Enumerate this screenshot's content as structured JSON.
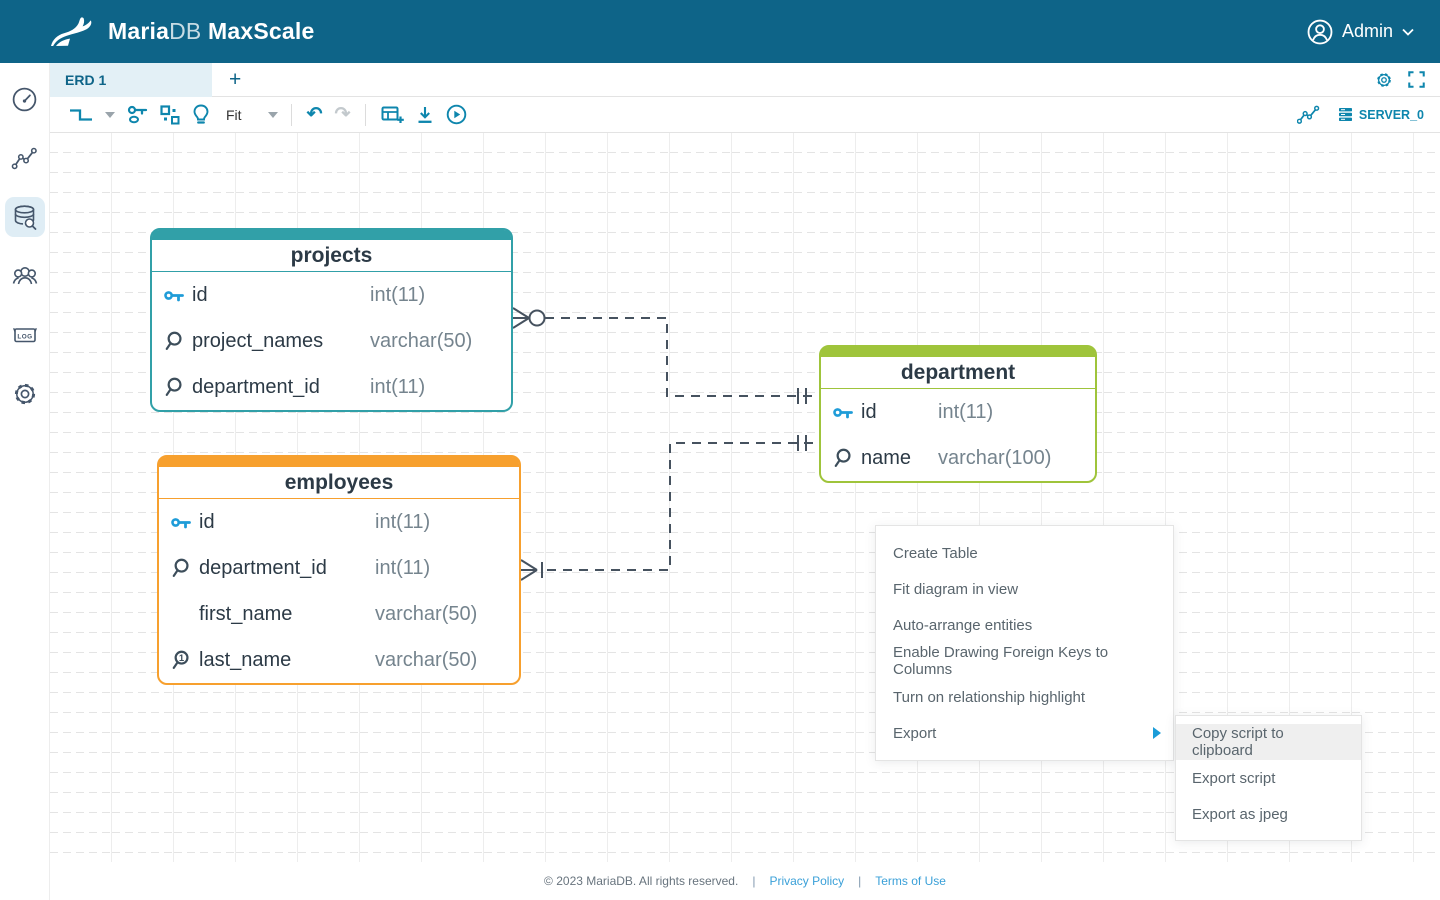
{
  "header": {
    "brand_maria": "Maria",
    "brand_db": "DB",
    "brand_product": "MaxScale",
    "user_label": "Admin"
  },
  "tabbar": {
    "tabs": [
      {
        "label": "ERD 1"
      }
    ],
    "add_label": "+"
  },
  "toolbar": {
    "fit_label": "Fit",
    "server_label": "SERVER_0"
  },
  "sidebar": {
    "items": [
      "dashboard",
      "visualization",
      "query-editor",
      "users",
      "logs",
      "settings"
    ],
    "active_item": "query-editor",
    "log_icon_text": "LOG"
  },
  "diagram": {
    "tables": [
      {
        "name": "projects",
        "accent": "#31a0a8",
        "columns": [
          {
            "icon": "primary-key-icon",
            "name": "id",
            "type": "int(11)"
          },
          {
            "icon": "index-icon",
            "name": "project_names",
            "type": "varchar(50)"
          },
          {
            "icon": "index-icon",
            "name": "department_id",
            "type": "int(11)"
          }
        ]
      },
      {
        "name": "department",
        "accent": "#9fc43b",
        "columns": [
          {
            "icon": "primary-key-icon",
            "name": "id",
            "type": "int(11)"
          },
          {
            "icon": "index-icon",
            "name": "name",
            "type": "varchar(100)"
          }
        ]
      },
      {
        "name": "employees",
        "accent": "#f7a02e",
        "columns": [
          {
            "icon": "primary-key-icon",
            "name": "id",
            "type": "int(11)"
          },
          {
            "icon": "index-icon",
            "name": "department_id",
            "type": "int(11)"
          },
          {
            "icon": "none",
            "name": "first_name",
            "type": "varchar(50)"
          },
          {
            "icon": "unique-index-icon",
            "name": "last_name",
            "type": "varchar(50)"
          }
        ]
      }
    ],
    "relationships": [
      {
        "from": "projects",
        "to": "department",
        "from_cardinality": "zero-or-many",
        "to_cardinality": "one-and-only-one"
      },
      {
        "from": "employees",
        "to": "department",
        "from_cardinality": "one-or-many",
        "to_cardinality": "one-and-only-one"
      }
    ]
  },
  "context_menu": {
    "items": [
      "Create Table",
      "Fit diagram in view",
      "Auto-arrange entities",
      "Enable Drawing Foreign Keys to Columns",
      "Turn on relationship highlight",
      "Export"
    ]
  },
  "export_submenu": {
    "items": [
      "Copy script to clipboard",
      "Export script",
      "Export as jpeg"
    ],
    "highlighted": "Copy script to clipboard"
  },
  "footer": {
    "copyright": "© 2023 MariaDB. All rights reserved.",
    "links": [
      "Privacy Policy",
      "Terms of Use"
    ],
    "separator": "|"
  },
  "colors": {
    "header_bg": "#0e6488",
    "accent_blue": "#0e86ad",
    "key_icon_blue": "#1f9cd8",
    "entity_teal": "#31a0a8",
    "entity_green": "#9fc43b",
    "entity_orange": "#f7a02e"
  }
}
